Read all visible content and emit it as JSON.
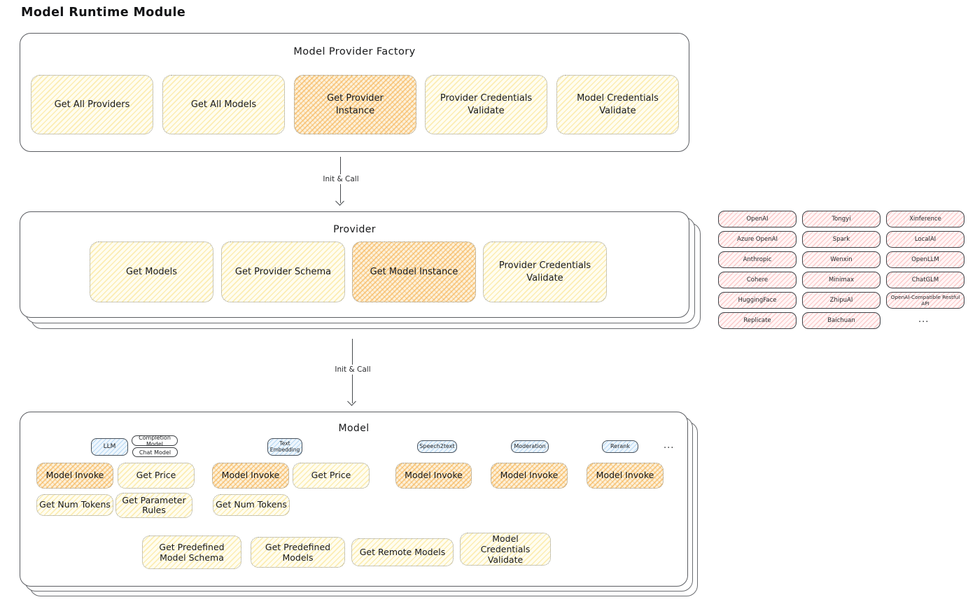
{
  "page_title": "Model Runtime Module",
  "arrows": {
    "init_call": "Init & Call"
  },
  "factory": {
    "title": "Model Provider Factory",
    "boxes": {
      "get_all_providers": "Get All Providers",
      "get_all_models": "Get All Models",
      "get_provider_instance": "Get Provider Instance",
      "provider_credentials_validate": "Provider Credentials Validate",
      "model_credentials_validate": "Model Credentials Validate"
    }
  },
  "provider": {
    "title": "Provider",
    "boxes": {
      "get_models": "Get Models",
      "get_provider_schema": "Get Provider Schema",
      "get_model_instance": "Get Model Instance",
      "provider_credentials_validate": "Provider Credentials Validate"
    }
  },
  "vendors": {
    "openai": "OpenAI",
    "azure_openai": "Azure OpenAI",
    "anthropic": "Anthropic",
    "cohere": "Cohere",
    "huggingface": "HuggingFace",
    "replicate": "Replicate",
    "tongyi": "Tongyi",
    "spark": "Spark",
    "wenxin": "Wenxin",
    "minimax": "Minimax",
    "zhipuai": "ZhipuAI",
    "baichuan": "Baichuan",
    "xinference": "Xinference",
    "localai": "LocalAI",
    "openllm": "OpenLLM",
    "chatglm": "ChatGLM",
    "openai_compatible": "OpenAI-Compatible Restful API",
    "more": "..."
  },
  "model": {
    "title": "Model",
    "tabs": {
      "llm": "LLM",
      "completion_model": "Completion Model",
      "chat_model": "Chat Model",
      "text_embedding": "Text Embedding",
      "speech2text": "Speech2text",
      "moderation": "Moderation",
      "rerank": "Rerank",
      "more": "..."
    },
    "ops": {
      "model_invoke": "Model Invoke",
      "get_price": "Get Price",
      "get_num_tokens": "Get Num Tokens",
      "get_parameter_rules": "Get Parameter Rules",
      "get_predefined_model_schema": "Get Predefined Model Schema",
      "get_predefined_models": "Get Predefined Models",
      "get_remote_models": "Get Remote Models",
      "model_credentials_validate": "Model Credentials Validate"
    }
  },
  "colors": {
    "node_yellow": "#ffec99",
    "node_highlight_orange": "#f5ad48",
    "vendor_pink": "#ffc9c9",
    "tab_blue": "#a5d8ff"
  }
}
